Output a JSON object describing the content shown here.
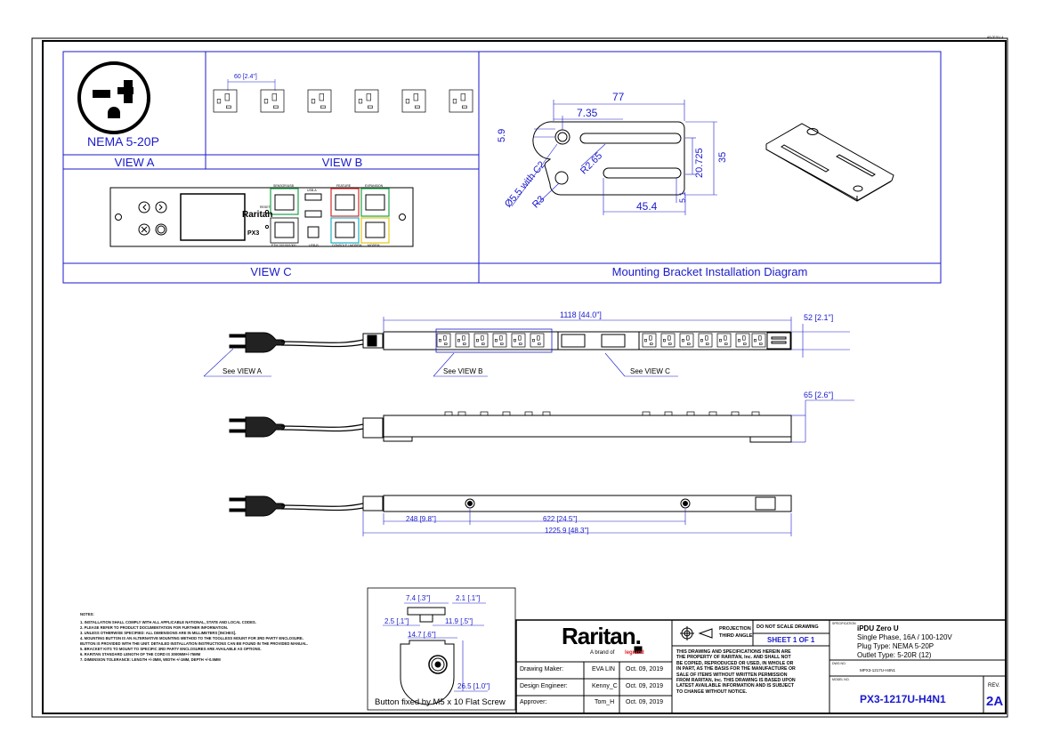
{
  "views": {
    "a": {
      "caption": "NEMA 5-20P",
      "title": "VIEW A"
    },
    "b": {
      "title": "VIEW B",
      "dim": "60 [2.4\"]"
    },
    "c": {
      "title": "VIEW C",
      "brand": "Raritan",
      "px3": "PX3",
      "ports": {
        "sensor": "SENSOR/USB",
        "usb_a": "USB-A",
        "feature": "FEATURE",
        "expansion": "EXPANSION",
        "usb_b": "USB-B",
        "eth": "ETH 10/100/1000",
        "console": "CONSOLE / MODEM",
        "modem": "MODEM",
        "reset": "RESET"
      }
    },
    "bracket": {
      "title": "Mounting Bracket Installation Diagram",
      "dims": {
        "d77": "77",
        "d735": "7.35",
        "d59": "5.9",
        "d20725": "20.725",
        "d35": "35",
        "d454": "45.4",
        "d51": "5.1",
        "r265": "R2.65",
        "r3": "R3",
        "hole": "Ø5.5 with C2"
      }
    }
  },
  "elevation": {
    "length": "1118 [44.0\"]",
    "width": "52 [2.1\"]",
    "depth": "65 [2.6\"]",
    "d248": "248 [9.8\"]",
    "d622": "622 [24.5\"]",
    "d1225": "1225.9 [48.3\"]",
    "see_a": "See VIEW A",
    "see_b": "See VIEW B",
    "see_c": "See VIEW C"
  },
  "button_detail": {
    "d74": "7.4 [.3\"]",
    "d21": "2.1 [.1\"]",
    "d25": "2.5 [.1\"]",
    "d119": "11.9 [.5\"]",
    "d147": "14.7 [.6\"]",
    "d265": "26.5 [1.0\"]",
    "caption": "Button fixed by M5 x 10 Flat Screw"
  },
  "notes": {
    "title": "NOTES:",
    "items": [
      "1. INSTALLATION SHALL COMPLY WITH ALL APPLICABLE NATIONAL, STATE AND LOCAL CODES.",
      "2. PLEASE REFER TO PRODUCT DOCUMENTATION FOR FURTHER INFORMATION.",
      "3. UNLESS OTHERWISE SPECIFIED: ALL DIMENSIONS ARE IN MILLIMETERS [INCHES].",
      "4. MOUNTING BUTTON IS AN ALTERNATIVE MOUNTING METHOD TO THE TOOLLESS MOUNT FOR 3RD PARTY ENCLOSURE.",
      "   BUTTON IS PROVIDED WITH THE UNIT. DETAILED INSTALLATION INSTRUCTIONS CAN BE FOUND IN THE PROVIDED MANUAL.",
      "5. BRACKET KITS TO MOUNT TO SPECIFIC 3RD PARTY ENCLOSURES ARE AVAILABLE AS OPTIONS.",
      "6. RARITAN STANDARD LENGTH OF THE CORD IS 3000MM+/-75MM",
      "7. DIMENSION TOLERANCE: LENGTH +/-3MM, WIDTH +/-1MM, DEPTH +/-0.5MM"
    ]
  },
  "title_block": {
    "logo": "Raritan.",
    "brand_of": "A brand of",
    "legrand": "legrand",
    "drawing_maker_label": "Drawing Maker:",
    "drawing_maker": "EVA LIN",
    "drawing_maker_date": "Oct. 09, 2019",
    "design_engineer_label": "Design Engineer:",
    "design_engineer": "Kenny_C",
    "design_engineer_date": "Oct. 09, 2019",
    "approver_label": "Approver:",
    "approver": "Tom_H",
    "approver_date": "Oct. 09, 2019",
    "projection": "PROJECTION",
    "third_angle": "THIRD ANGLE",
    "no_scale": "DO NOT SCALE DRAWING",
    "sheet": "SHEET 1 OF 1",
    "legal": [
      "THIS DRAWING AND SPECIFICATIONS HEREIN ARE",
      "THE PROPERTY OF RARITAN, Inc. AND SHALL NOT",
      "BE COPIED, REPRODUCED OR USED, IN WHOLE OR",
      "IN PART, AS THE BASIS FOR THE MANUFACTURE OR",
      "SALE OF ITEMS WITHOUT WRITTEN PERMISSION",
      "FROM RARITAN, Inc. THIS DRAWING IS BASED UPON",
      "LATEST AVAILABLE INFORMATION AND IS SUBJECT",
      "TO CHANGE WITHOUT NOTICE."
    ],
    "spec_label": "SPECIFICATION",
    "spec": [
      "iPDU Zero U",
      "Single Phase, 16A / 100-120V",
      "Plug Type: NEMA 5-20P",
      "Outlet Type: 5-20R (12)"
    ],
    "dwg_label": "DWG NO.",
    "dwg_no": "MPX3-1217U-H4N1",
    "model_label": "MODEL NO.",
    "model_no": "PX3-1217U-H4N1",
    "rev_label": "REV.",
    "rev": "2A",
    "corner": "A8-0016-L4"
  },
  "colors": {
    "line": "#1a1acc",
    "ink": "#000000",
    "legrand": "#e0202a",
    "eth": "#1aa34a",
    "feature": "#d42a2a",
    "console": "#20b0c8",
    "modem": "#e6c619"
  }
}
